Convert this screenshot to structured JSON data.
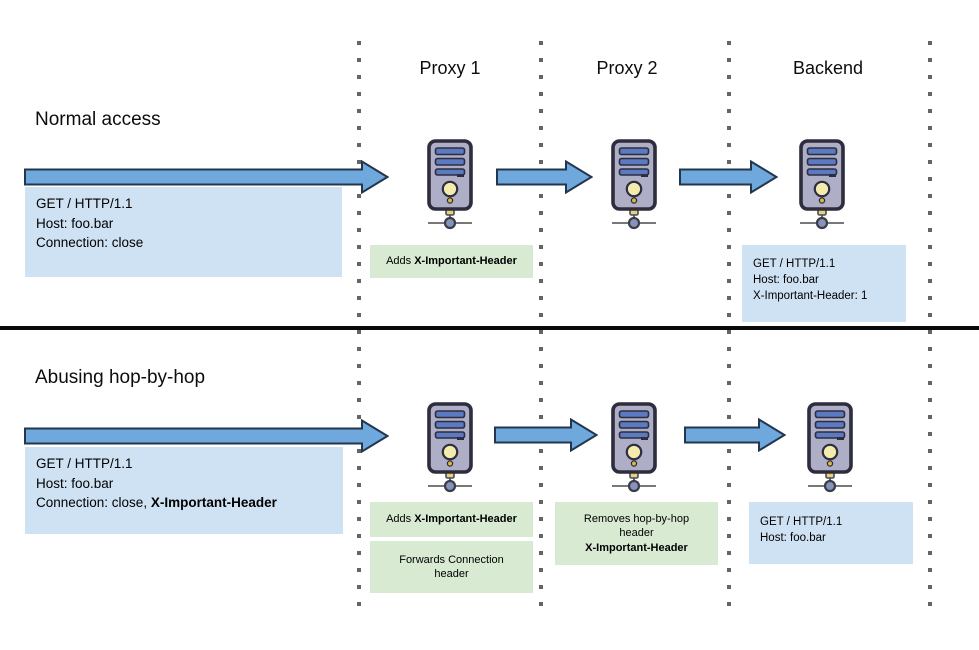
{
  "columns": [
    {
      "label": "Proxy 1"
    },
    {
      "label": "Proxy 2"
    },
    {
      "label": "Backend"
    }
  ],
  "sections": {
    "normal": {
      "label": "Normal access",
      "request": {
        "line1": "GET / HTTP/1.1",
        "line2": "Host: foo.bar",
        "line3": "Connection: close"
      },
      "proxy1_note": {
        "pre": "Adds ",
        "bold": "X-Important-Header"
      },
      "backend_request": {
        "line1": "GET / HTTP/1.1",
        "line2": "Host: foo.bar",
        "line3": "X-Important-Header: 1"
      }
    },
    "abuse": {
      "label": "Abusing hop-by-hop",
      "request": {
        "line1": "GET / HTTP/1.1",
        "line2": "Host: foo.bar",
        "line3_pre": "Connection: close, ",
        "line3_bold": "X-Important-Header"
      },
      "proxy1_note_add": {
        "pre": "Adds ",
        "bold": "X-Important-Header"
      },
      "proxy1_note_forward": {
        "line1": "Forwards Connection",
        "line2": "header"
      },
      "proxy2_note": {
        "line1": "Removes hop-by-hop",
        "line2": "header",
        "line3_bold": "X-Important-Header"
      },
      "backend_request": {
        "line1": "GET / HTTP/1.1",
        "line2": "Host: foo.bar"
      }
    }
  },
  "icons": {
    "server": "server-tower-icon",
    "arrow": "flow-arrow-right"
  },
  "colors": {
    "arrow_fill": "#6fa8dc",
    "arrow_border": "#24364e",
    "request_box_bg": "#cfe2f3",
    "note_box_bg": "#d9ead3",
    "server_body": "#aeaec6",
    "server_slats": "#5c7ac2",
    "divider": "#0a0a0a",
    "lane_dots": "#646464"
  }
}
